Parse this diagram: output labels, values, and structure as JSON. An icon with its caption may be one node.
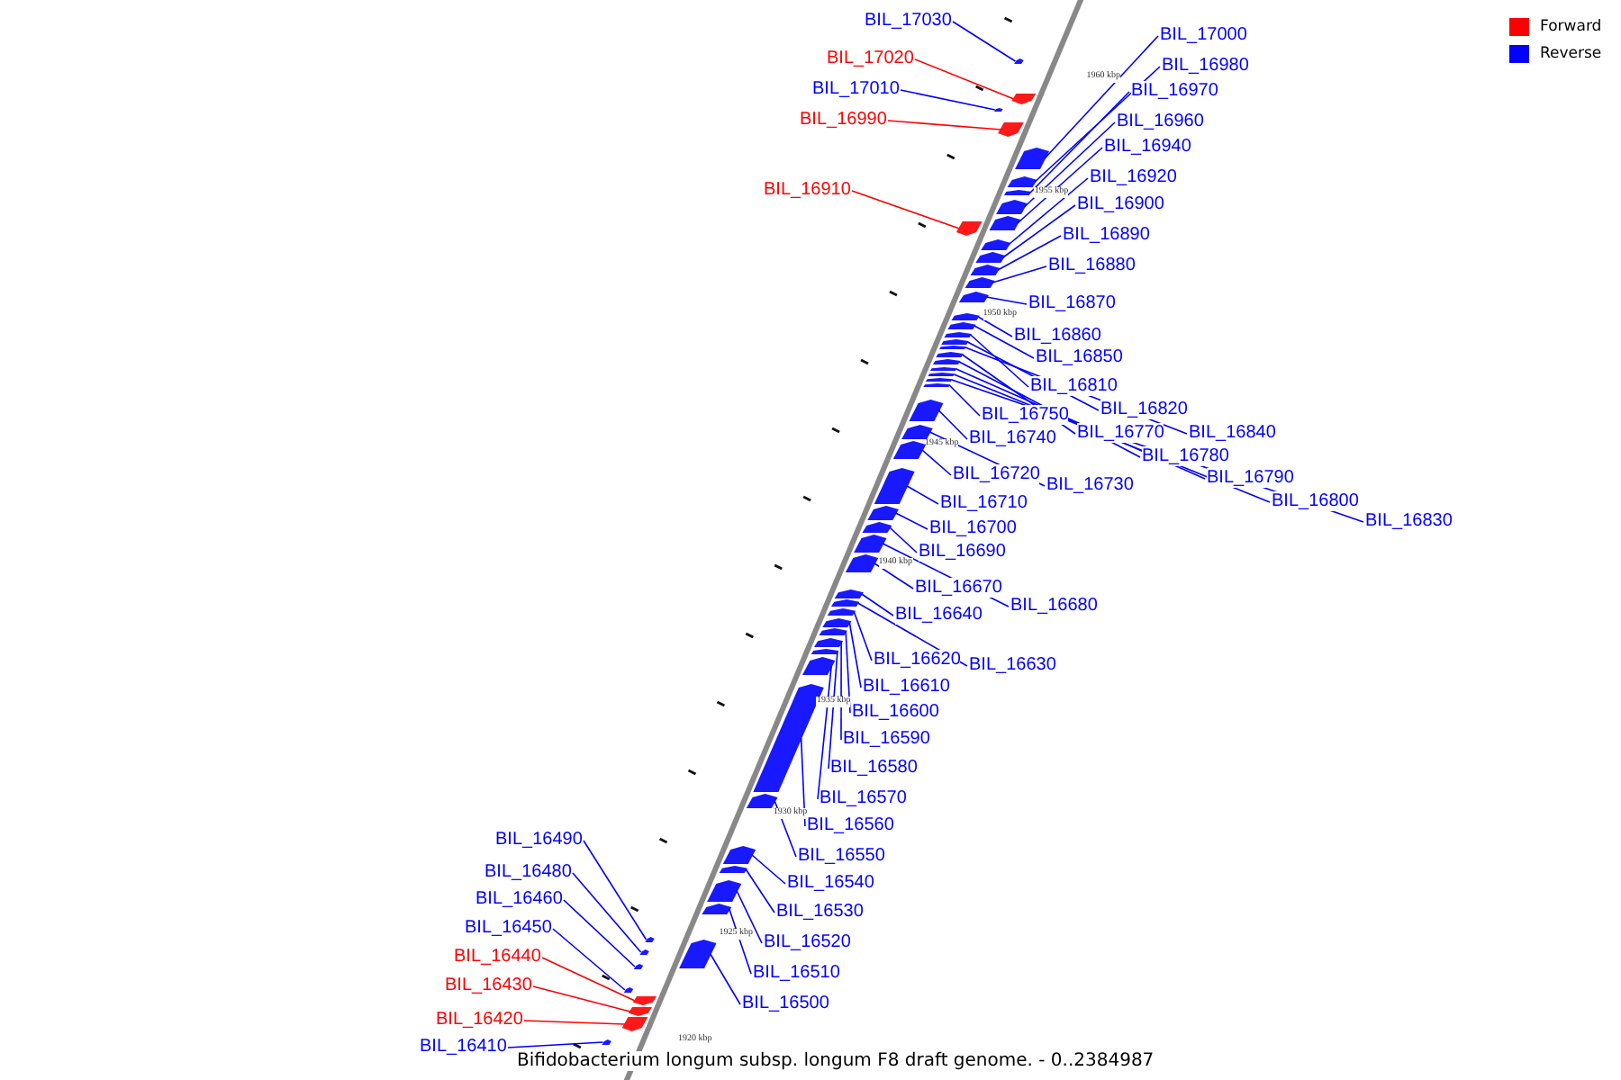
{
  "diagram": {
    "caption": "Bifidobacterium longum subsp. longum F8 draft genome. - 0..2384987",
    "nodes": [
      {
        "text": [
          "BIL_17030"
        ]
      },
      {
        "text": [
          "BIL_17020"
        ]
      },
      {
        "text": [
          "BIL_17010"
        ]
      },
      {
        "text": [
          "BIL_16990"
        ]
      },
      {
        "text": [
          "BIL_16910"
        ]
      },
      {
        "text": [
          "BIL_17000"
        ]
      },
      {
        "text": [
          "BIL_16980"
        ]
      },
      {
        "text": [
          "BIL_16970"
        ]
      },
      {
        "text": [
          "BIL_16960"
        ]
      },
      {
        "text": [
          "BIL_16940"
        ]
      },
      {
        "text": [
          "BIL_16920"
        ]
      },
      {
        "text": [
          "BIL_16900"
        ]
      },
      {
        "text": [
          "BIL_16890"
        ]
      },
      {
        "text": [
          "BIL_16880"
        ]
      },
      {
        "text": [
          "BIL_16870"
        ]
      },
      {
        "text": [
          "BIL_16860"
        ]
      },
      {
        "text": [
          "BIL_16850"
        ]
      },
      {
        "text": [
          "BIL_16810"
        ]
      },
      {
        "text": [
          "BIL_16820"
        ]
      },
      {
        "text": [
          "BIL_16750"
        ]
      },
      {
        "text": [
          "BIL_16840"
        ]
      },
      {
        "text": [
          "BIL_16770"
        ]
      },
      {
        "text": [
          "BIL_16740"
        ]
      },
      {
        "text": [
          "BIL_16780"
        ]
      },
      {
        "text": [
          "BIL_16720"
        ]
      },
      {
        "text": [
          "BIL_16730"
        ]
      },
      {
        "text": [
          "BIL_16790"
        ]
      },
      {
        "text": [
          "BIL_16710"
        ]
      },
      {
        "text": [
          "BIL_16800"
        ]
      },
      {
        "text": [
          "BIL_16830"
        ]
      },
      {
        "text": [
          "BIL_16700"
        ]
      },
      {
        "text": [
          "BIL_16690"
        ]
      },
      {
        "text": [
          "BIL_16670"
        ]
      },
      {
        "text": [
          "BIL_16680"
        ]
      },
      {
        "text": [
          "BIL_16640"
        ]
      },
      {
        "text": [
          "BIL_16620"
        ]
      },
      {
        "text": [
          "BIL_16630"
        ]
      },
      {
        "text": [
          "BIL_16610"
        ]
      },
      {
        "text": [
          "BIL_16600"
        ]
      },
      {
        "text": [
          "BIL_16590"
        ]
      },
      {
        "text": [
          "BIL_16580"
        ]
      },
      {
        "text": [
          "BIL_16570"
        ]
      },
      {
        "text": [
          "BIL_16560"
        ]
      },
      {
        "text": [
          "BIL_16550"
        ]
      },
      {
        "text": [
          "BIL_16540"
        ]
      },
      {
        "text": [
          "BIL_16530"
        ]
      },
      {
        "text": [
          "BIL_16520"
        ]
      },
      {
        "text": [
          "BIL_16510"
        ]
      },
      {
        "text": [
          "BIL_16500"
        ]
      },
      {
        "text": [
          "BIL_16490"
        ]
      },
      {
        "text": [
          "BIL_16480"
        ]
      },
      {
        "text": [
          "BIL_16460"
        ]
      },
      {
        "text": [
          "BIL_16450"
        ]
      },
      {
        "text": [
          "BIL_16440"
        ]
      },
      {
        "text": [
          "BIL_16430"
        ]
      },
      {
        "text": [
          "BIL_16420"
        ]
      },
      {
        "text": [
          "BIL_16410"
        ]
      },
      {
        "text": [],
        "shape": "arrow"
      },
      {
        "text": [],
        "shape": "arrow"
      },
      {
        "text": [],
        "shape": "arrow"
      },
      {
        "text": [],
        "shape": "arrow"
      },
      {
        "text": [],
        "shape": "arrow"
      },
      {
        "text": [],
        "shape": "arrow"
      },
      {
        "text": [],
        "shape": "arrow"
      },
      {
        "text": [],
        "shape": "arrow"
      },
      {
        "text": [],
        "shape": "arrow"
      },
      {
        "text": [],
        "shape": "arrow"
      },
      {
        "text": [],
        "shape": "arrow"
      },
      {
        "text": [],
        "shape": "arrow"
      },
      {
        "text": [],
        "shape": "arrow"
      },
      {
        "text": [],
        "shape": "arrow"
      },
      {
        "text": [],
        "shape": "arrow"
      },
      {
        "text": [],
        "shape": "arrow"
      },
      {
        "text": [],
        "shape": "arrow"
      },
      {
        "text": [],
        "shape": "arrow"
      },
      {
        "text": [],
        "shape": "arrow"
      },
      {
        "text": [],
        "shape": "arrow"
      },
      {
        "text": [],
        "shape": "arrow"
      },
      {
        "text": [],
        "shape": "arrow"
      },
      {
        "text": [],
        "shape": "arrow"
      },
      {
        "text": [],
        "shape": "arrow"
      },
      {
        "text": [],
        "shape": "arrow"
      },
      {
        "text": [],
        "shape": "arrow"
      },
      {
        "text": [],
        "shape": "arrow"
      },
      {
        "text": [],
        "shape": "arrow"
      },
      {
        "text": [],
        "shape": "arrow"
      },
      {
        "text": [],
        "shape": "arrow"
      },
      {
        "text": [],
        "shape": "arrow"
      },
      {
        "text": [],
        "shape": "arrow"
      },
      {
        "text": [],
        "shape": "arrow"
      },
      {
        "text": [],
        "shape": "arrow"
      },
      {
        "text": [],
        "shape": "arrow"
      },
      {
        "text": [],
        "shape": "arrow"
      },
      {
        "text": [],
        "shape": "arrow"
      },
      {
        "text": [],
        "shape": "arrow"
      },
      {
        "text": [],
        "shape": "arrow"
      },
      {
        "text": [],
        "shape": "arrow"
      },
      {
        "text": [],
        "shape": "arrow"
      },
      {
        "text": [],
        "shape": "arrow"
      },
      {
        "text": [],
        "shape": "arrow"
      },
      {
        "text": [],
        "shape": "arrow"
      },
      {
        "text": [],
        "shape": "arrow"
      },
      {
        "text": [],
        "shape": "arrow"
      },
      {
        "text": [],
        "shape": "arrow"
      },
      {
        "text": [],
        "shape": "arrow"
      },
      {
        "text": [],
        "shape": "arrow"
      },
      {
        "text": [],
        "shape": "arrow"
      },
      {
        "text": [],
        "shape": "arrow"
      },
      {
        "text": [],
        "shape": "arrow"
      },
      {
        "text": [],
        "shape": "arrow"
      },
      {
        "text": [],
        "shape": "arrow"
      },
      {
        "text": [],
        "shape": "arrow"
      },
      {
        "text": [],
        "shape": "arrow"
      },
      {
        "text": [],
        "shape": "arrow"
      }
    ],
    "edges": [
      {
        "from": 0,
        "to": 57,
        "arrow": "none"
      },
      {
        "from": 1,
        "to": 58,
        "arrow": "none",
        "color": "#ff0000"
      },
      {
        "from": 2,
        "to": 59,
        "arrow": "none"
      },
      {
        "from": 3,
        "to": 60,
        "arrow": "none",
        "color": "#ff0000"
      },
      {
        "from": 4,
        "to": 66,
        "arrow": "none",
        "color": "#ff0000"
      },
      {
        "from": 5,
        "to": 61,
        "arrow": "none"
      },
      {
        "from": 6,
        "to": 62,
        "arrow": "none"
      },
      {
        "from": 7,
        "to": 63,
        "arrow": "none"
      },
      {
        "from": 8,
        "to": 64,
        "arrow": "none"
      },
      {
        "from": 9,
        "to": 65,
        "arrow": "none"
      },
      {
        "from": 10,
        "to": 67,
        "arrow": "none"
      },
      {
        "from": 11,
        "to": 68,
        "arrow": "none"
      },
      {
        "from": 12,
        "to": 69,
        "arrow": "none"
      },
      {
        "from": 13,
        "to": 70,
        "arrow": "none"
      },
      {
        "from": 14,
        "to": 71,
        "arrow": "none"
      },
      {
        "from": 15,
        "to": 72,
        "arrow": "none"
      },
      {
        "from": 16,
        "to": 73,
        "arrow": "none"
      },
      {
        "from": 17,
        "to": 74,
        "arrow": "none"
      },
      {
        "from": 18,
        "to": 75,
        "arrow": "none"
      },
      {
        "from": 19,
        "to": 82,
        "arrow": "none"
      },
      {
        "from": 20,
        "to": 76,
        "arrow": "none"
      },
      {
        "from": 21,
        "to": 77,
        "arrow": "none"
      },
      {
        "from": 22,
        "to": 83,
        "arrow": "none"
      },
      {
        "from": 23,
        "to": 78,
        "arrow": "none"
      },
      {
        "from": 24,
        "to": 85,
        "arrow": "none"
      },
      {
        "from": 25,
        "to": 84,
        "arrow": "none"
      },
      {
        "from": 26,
        "to": 79,
        "arrow": "none"
      },
      {
        "from": 27,
        "to": 86,
        "arrow": "none"
      },
      {
        "from": 28,
        "to": 80,
        "arrow": "none"
      },
      {
        "from": 29,
        "to": 81,
        "arrow": "none"
      },
      {
        "from": 30,
        "to": 87,
        "arrow": "none"
      },
      {
        "from": 31,
        "to": 88,
        "arrow": "none"
      },
      {
        "from": 32,
        "to": 90,
        "arrow": "none"
      },
      {
        "from": 33,
        "to": 89,
        "arrow": "none"
      },
      {
        "from": 34,
        "to": 91,
        "arrow": "none"
      },
      {
        "from": 35,
        "to": 93,
        "arrow": "none"
      },
      {
        "from": 36,
        "to": 92,
        "arrow": "none"
      },
      {
        "from": 37,
        "to": 94,
        "arrow": "none"
      },
      {
        "from": 38,
        "to": 95,
        "arrow": "none"
      },
      {
        "from": 39,
        "to": 96,
        "arrow": "none"
      },
      {
        "from": 40,
        "to": 97,
        "arrow": "none"
      },
      {
        "from": 41,
        "to": 98,
        "arrow": "none"
      },
      {
        "from": 42,
        "to": 99,
        "arrow": "none"
      },
      {
        "from": 43,
        "to": 100,
        "arrow": "none"
      },
      {
        "from": 44,
        "to": 101,
        "arrow": "none"
      },
      {
        "from": 45,
        "to": 102,
        "arrow": "none"
      },
      {
        "from": 46,
        "to": 103,
        "arrow": "none"
      },
      {
        "from": 47,
        "to": 104,
        "arrow": "none"
      },
      {
        "from": 48,
        "to": 107,
        "arrow": "none"
      },
      {
        "from": 49,
        "to": 105,
        "arrow": "none"
      },
      {
        "from": 50,
        "to": 106,
        "arrow": "none"
      },
      {
        "from": 51,
        "to": 108,
        "arrow": "none"
      },
      {
        "from": 52,
        "to": 109,
        "arrow": "none"
      },
      {
        "from": 53,
        "to": 110,
        "arrow": "none",
        "color": "#ff0000"
      },
      {
        "from": 54,
        "to": 111,
        "arrow": "none",
        "color": "#ff0000"
      },
      {
        "from": 55,
        "to": 112,
        "arrow": "none",
        "color": "#ff0000"
      },
      {
        "from": 56,
        "to": 113,
        "arrow": "none"
      }
    ],
    "labels": [
      "1960 kbp",
      "1955 kbp",
      "1950 kbp",
      "1945 kbp",
      "1940 kbp",
      "1935 kbp",
      "1930 kbp",
      "1925 kbp",
      "1920 kbp"
    ],
    "legend": [
      {
        "text": "Forward",
        "color": "#ff0000"
      },
      {
        "text": "Reverse",
        "color": "#0000ff"
      }
    ]
  }
}
